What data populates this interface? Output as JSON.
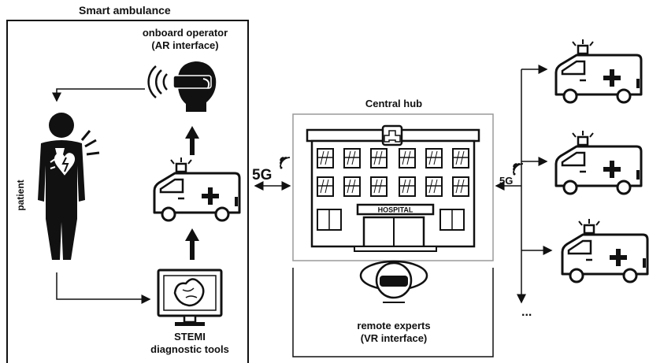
{
  "ambulance_panel": {
    "title": "Smart ambulance",
    "operator_label_1": "onboard operator",
    "operator_label_2": "(AR interface)",
    "patient_label": "patient",
    "tools_label_1": "STEMI",
    "tools_label_2": "diagnostic tools",
    "link_label": "5G"
  },
  "hub": {
    "title": "Central hub",
    "hospital_sign": "HOSPITAL",
    "experts_label_1": "remote experts",
    "experts_label_2": "(VR interface)",
    "link_label": "5G"
  },
  "fleet": {
    "more": "..."
  },
  "icons": [
    "heart-attack-patient-icon",
    "ar-headset-operator-icon",
    "ambulance-icon",
    "ecg-monitor-icon",
    "hospital-icon",
    "vr-headset-icon",
    "wireless-signal-icon"
  ],
  "colors": {
    "stroke": "#111111",
    "frame": "#9a9a9a",
    "fill": "#ffffff"
  }
}
